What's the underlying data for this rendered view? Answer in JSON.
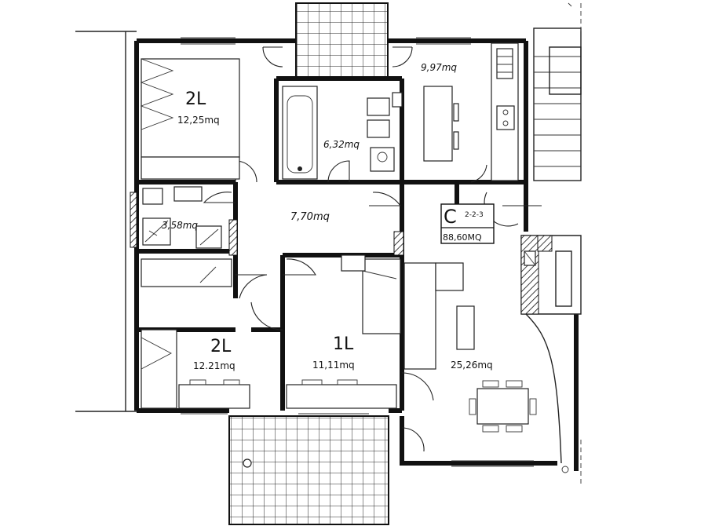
{
  "plan": {
    "unit_code": "C",
    "unit_sub": "2-2-3",
    "unit_area": "88,60MQ"
  },
  "rooms": [
    {
      "id": "bedroom-2l-top",
      "label": "2L",
      "area": "12,25mq"
    },
    {
      "id": "kitchen",
      "label": "",
      "area": "9,97mq"
    },
    {
      "id": "bathroom",
      "label": "",
      "area": "6,32mq"
    },
    {
      "id": "wc",
      "label": "",
      "area": "3,58mq"
    },
    {
      "id": "hallway",
      "label": "",
      "area": "7,70mq"
    },
    {
      "id": "bedroom-2l-bottom",
      "label": "2L",
      "area": "12.21mq"
    },
    {
      "id": "bedroom-1l",
      "label": "1L",
      "area": "11,11mq"
    },
    {
      "id": "living",
      "label": "",
      "area": "25,26mq"
    }
  ],
  "colors": {
    "ink": "#111111",
    "paper": "#ffffff"
  }
}
